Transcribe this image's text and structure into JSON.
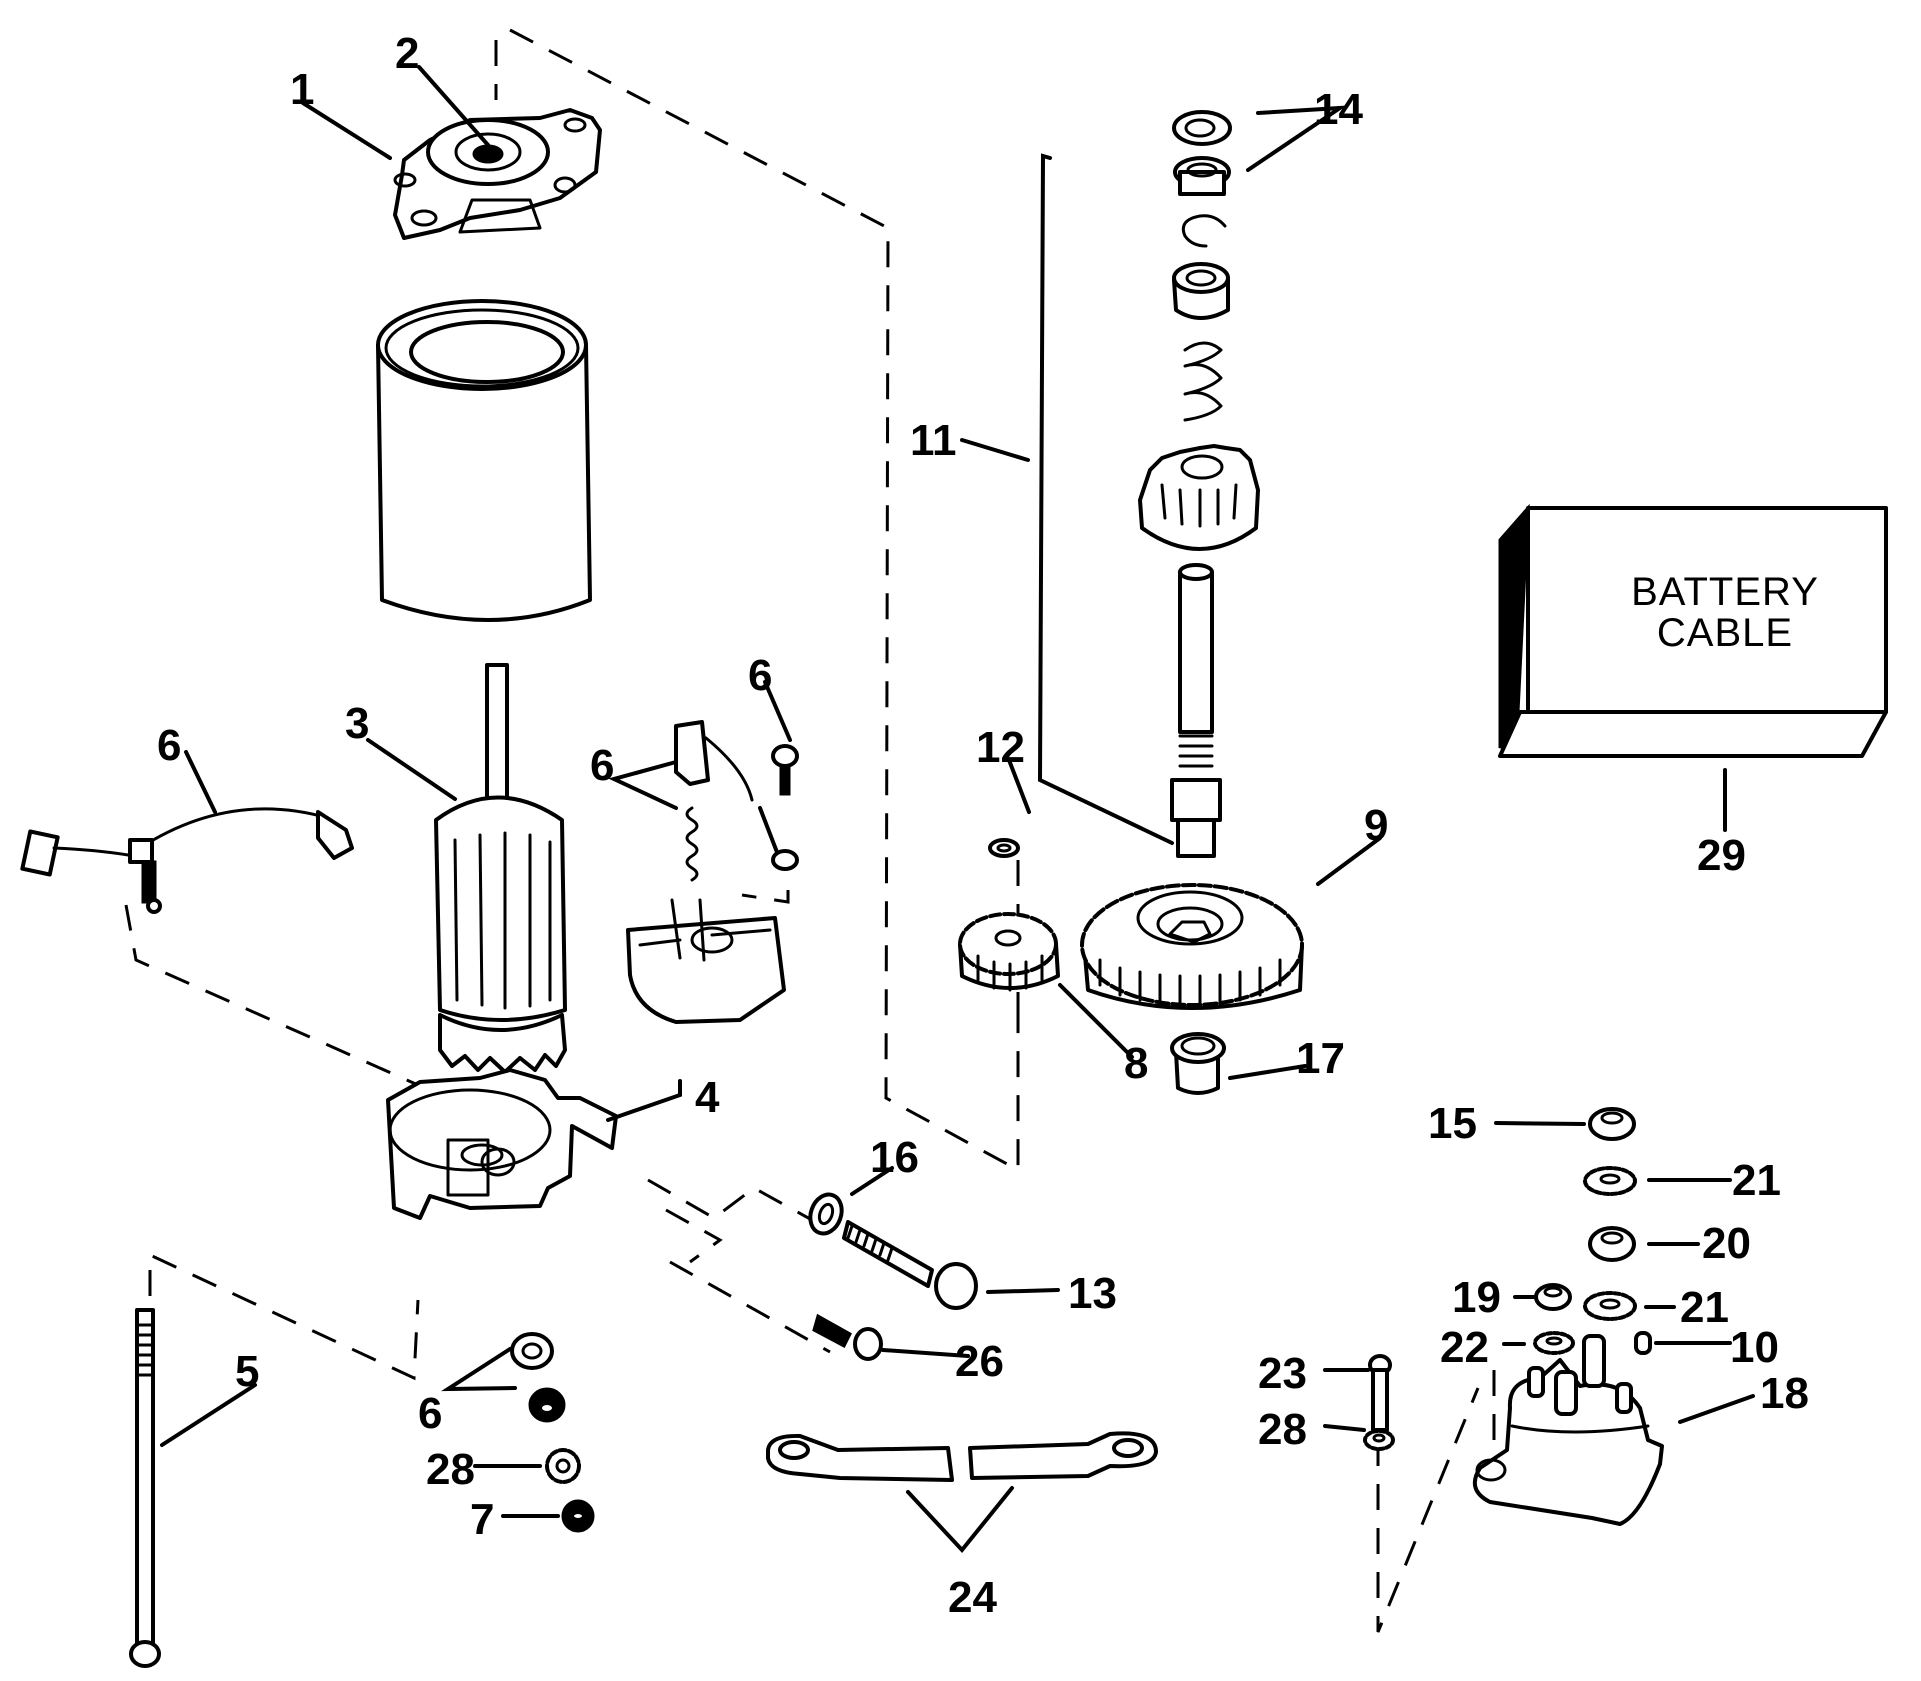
{
  "diagram": {
    "title": "Starter motor exploded parts diagram",
    "battery_cable_box": {
      "line1": "BATTERY",
      "line2": "CABLE",
      "callout": "29"
    },
    "callouts": [
      {
        "id": "c1",
        "label": "1",
        "part": "drive-end-cap"
      },
      {
        "id": "c2",
        "label": "2",
        "part": "cap-bushing"
      },
      {
        "id": "c3",
        "label": "3",
        "part": "armature"
      },
      {
        "id": "c4",
        "label": "4",
        "part": "commutator-end-cap-and-brush-plate"
      },
      {
        "id": "c5",
        "label": "5",
        "part": "through-bolt"
      },
      {
        "id": "c6a",
        "label": "6",
        "part": "brush-lead"
      },
      {
        "id": "c6b",
        "label": "6",
        "part": "brush-and-spring"
      },
      {
        "id": "c6c",
        "label": "6",
        "part": "terminal-screw"
      },
      {
        "id": "c6d",
        "label": "6",
        "part": "washer-and-insulator"
      },
      {
        "id": "c7",
        "label": "7",
        "part": "nut"
      },
      {
        "id": "c8",
        "label": "8",
        "part": "pinion-gear"
      },
      {
        "id": "c9",
        "label": "9",
        "part": "drive-gear"
      },
      {
        "id": "c10",
        "label": "10",
        "part": "cap"
      },
      {
        "id": "c11",
        "label": "11",
        "part": "drive-assembly"
      },
      {
        "id": "c12",
        "label": "12",
        "part": "retaining-ring"
      },
      {
        "id": "c13",
        "label": "13",
        "part": "bolt"
      },
      {
        "id": "c14",
        "label": "14",
        "part": "stop-and-collar"
      },
      {
        "id": "c15",
        "label": "15",
        "part": "hex-nut"
      },
      {
        "id": "c16",
        "label": "16",
        "part": "washer"
      },
      {
        "id": "c17",
        "label": "17",
        "part": "bushing"
      },
      {
        "id": "c18",
        "label": "18",
        "part": "solenoid"
      },
      {
        "id": "c19",
        "label": "19",
        "part": "small-hex-nut"
      },
      {
        "id": "c20",
        "label": "20",
        "part": "hex-nut"
      },
      {
        "id": "c21a",
        "label": "21",
        "part": "lock-washer"
      },
      {
        "id": "c21b",
        "label": "21",
        "part": "lock-washer"
      },
      {
        "id": "c22",
        "label": "22",
        "part": "lock-washer"
      },
      {
        "id": "c23",
        "label": "23",
        "part": "screw"
      },
      {
        "id": "c24",
        "label": "24",
        "part": "cable"
      },
      {
        "id": "c26",
        "label": "26",
        "part": "screw"
      },
      {
        "id": "c28a",
        "label": "28",
        "part": "lock-washer"
      },
      {
        "id": "c28b",
        "label": "28",
        "part": "lock-washer"
      }
    ]
  }
}
